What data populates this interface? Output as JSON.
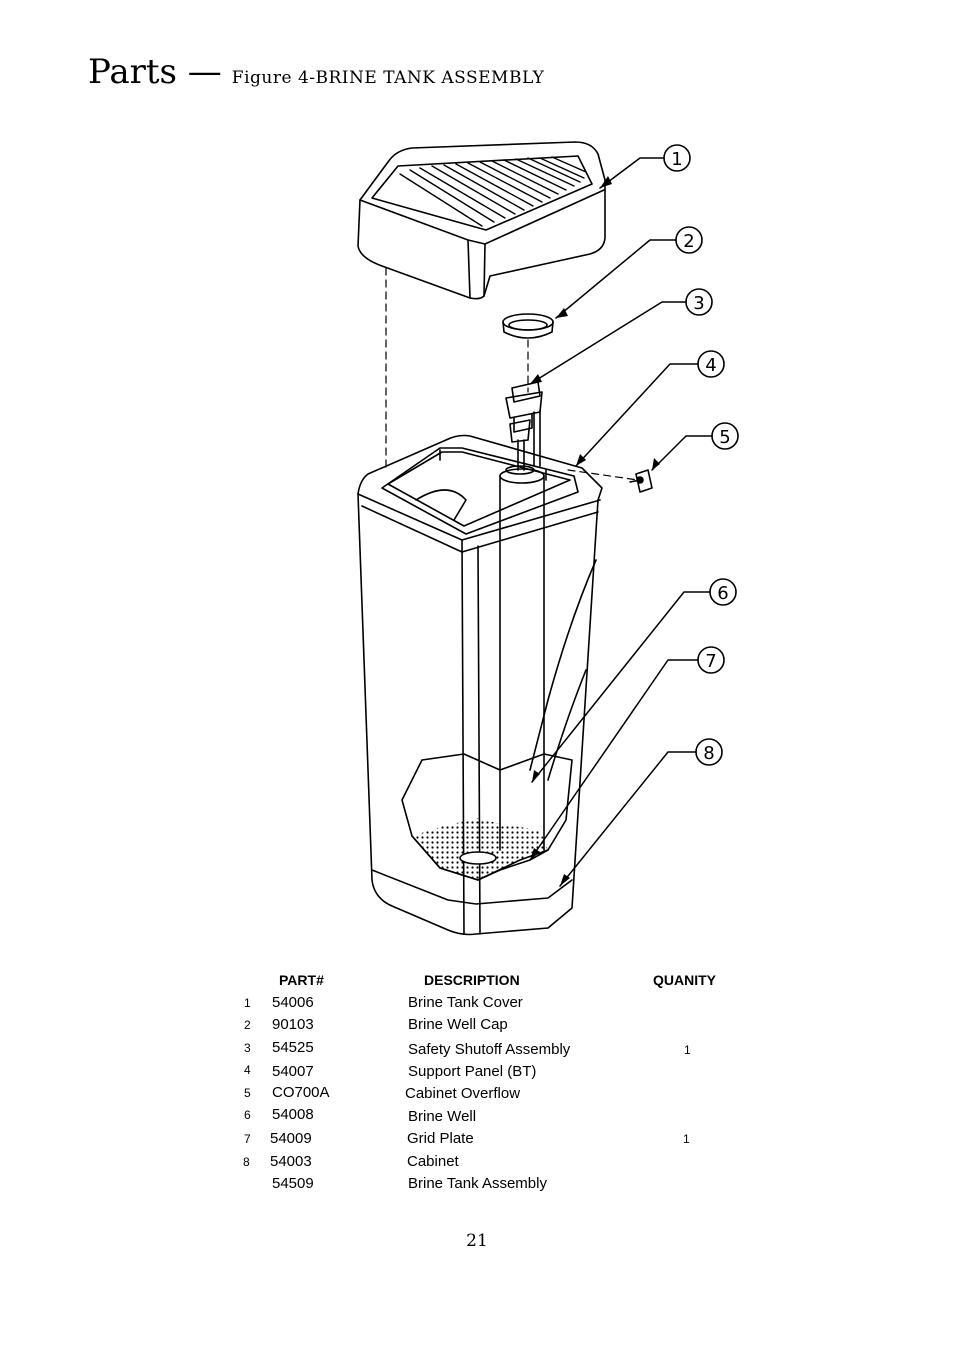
{
  "title": {
    "main": "Parts —",
    "figure": "Figure 4-BRINE TANK ASSEMBLY"
  },
  "callouts": [
    "1",
    "2",
    "3",
    "4",
    "5",
    "6",
    "7",
    "8"
  ],
  "table": {
    "headers": {
      "part": "PART#",
      "description": "DESCRIPTION",
      "quantity": "QUANITY"
    },
    "rows": [
      {
        "n": "1",
        "part": "54006",
        "desc": "Brine Tank Cover",
        "qty": ""
      },
      {
        "n": "2",
        "part": "90103",
        "desc": "Brine Well Cap",
        "qty": ""
      },
      {
        "n": "3",
        "part": "54525",
        "desc": "Safety Shutoff Assembly",
        "qty": "1"
      },
      {
        "n": "4",
        "part": "54007",
        "desc": "Support Panel (BT)",
        "qty": ""
      },
      {
        "n": "5",
        "part": "CO700A",
        "desc": "Cabinet Overflow",
        "qty": ""
      },
      {
        "n": "6",
        "part": "54008",
        "desc": "Brine Well",
        "qty": ""
      },
      {
        "n": "7",
        "part": "54009",
        "desc": "Grid Plate",
        "qty": "1"
      },
      {
        "n": "8",
        "part": "54003",
        "desc": "Cabinet",
        "qty": ""
      },
      {
        "n": "",
        "part": "54509",
        "desc": "Brine Tank Assembly",
        "qty": ""
      }
    ]
  },
  "page_number": "21"
}
